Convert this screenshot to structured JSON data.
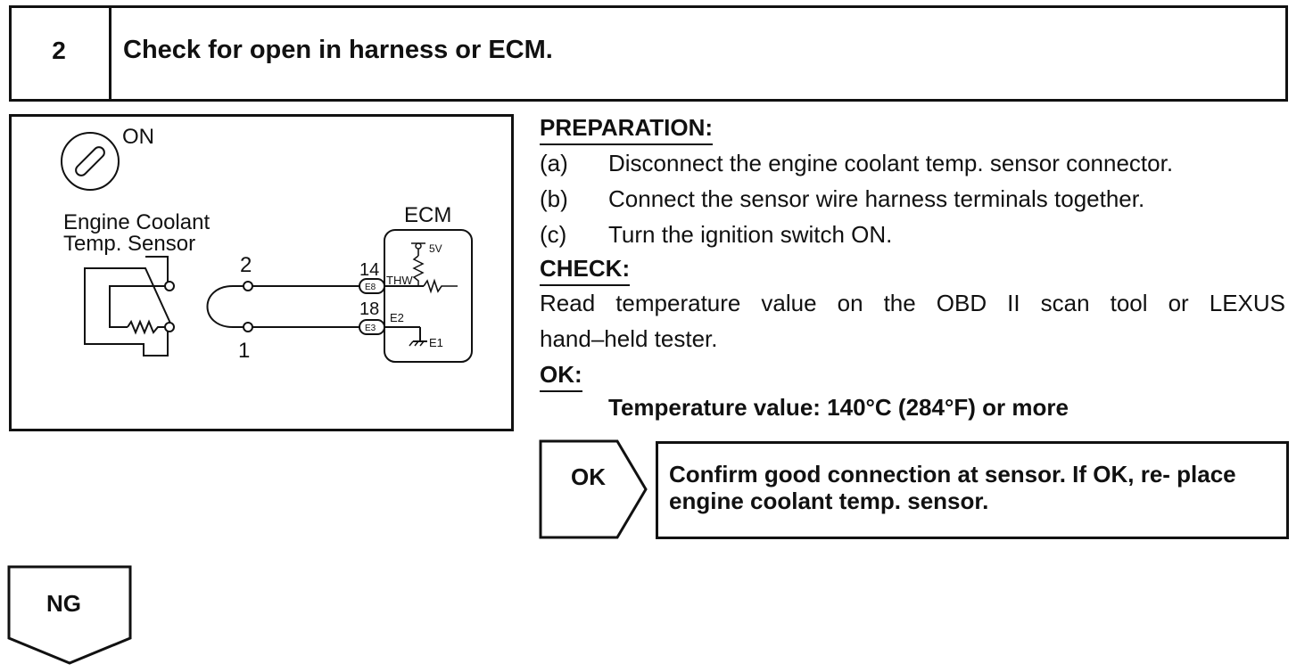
{
  "step": {
    "number": "2",
    "title": "Check for open in harness or ECM."
  },
  "diagram": {
    "ignition_label": "ON",
    "sensor_label_line1": "Engine Coolant",
    "sensor_label_line2": "Temp. Sensor",
    "ecm_label": "ECM",
    "sensor_pin_top": "2",
    "sensor_pin_bottom": "1",
    "ecm_pin_top": "14",
    "ecm_pin_bottom": "18",
    "connector_top": "E8",
    "connector_bottom": "E3",
    "signal_thw": "THW",
    "signal_e2": "E2",
    "signal_e1": "E1",
    "voltage": "5V"
  },
  "preparation": {
    "heading": "PREPARATION:",
    "items": [
      {
        "label": "(a)",
        "text": "Disconnect the engine coolant temp. sensor connector."
      },
      {
        "label": "(b)",
        "text": "Connect the sensor wire harness terminals together."
      },
      {
        "label": "(c)",
        "text": "Turn the ignition switch ON."
      }
    ]
  },
  "check": {
    "heading": "CHECK:",
    "line1": "Read temperature value on the OBD II scan tool or LEXUS",
    "line2": "hand–held tester."
  },
  "ok": {
    "heading": "OK:",
    "value": "Temperature value: 140°C (284°F) or more"
  },
  "results": {
    "ok_label": "OK",
    "ok_action": "Confirm good connection at sensor. If OK, re- place engine coolant temp. sensor.",
    "ng_label": "NG"
  }
}
